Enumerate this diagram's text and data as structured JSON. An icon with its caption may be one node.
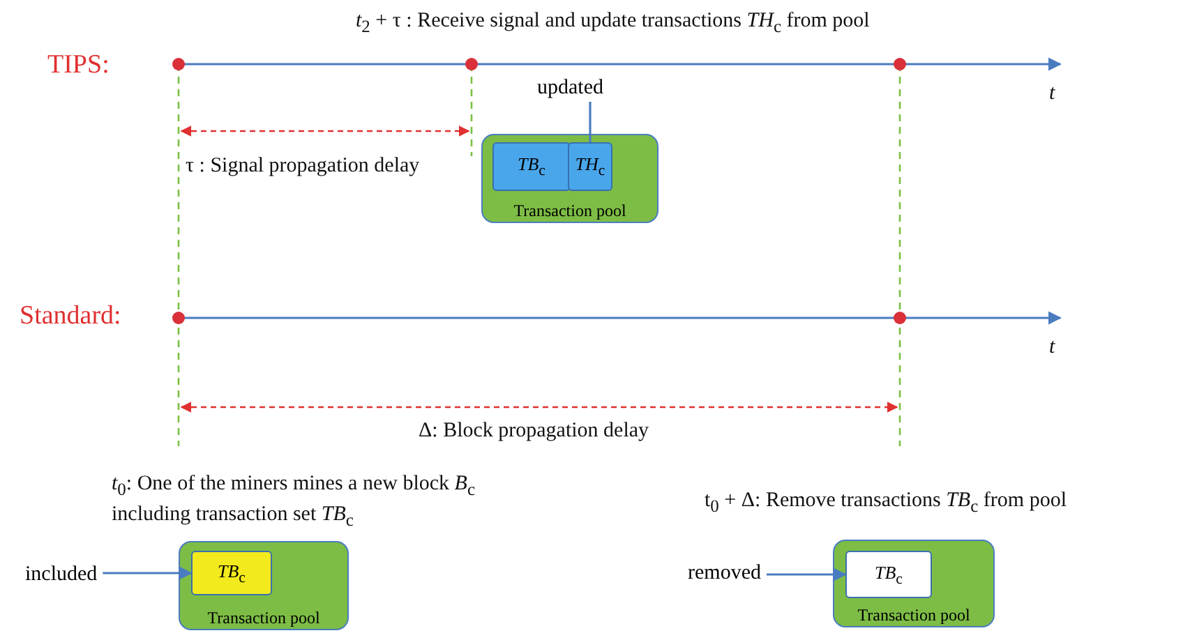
{
  "diagram": {
    "nodes": [
      {
        "text": [
          "Transaction pool"
        ]
      },
      {
        "text": [
          "*TB*$_{c}$"
        ],
        "in": 0
      },
      {
        "text": [
          "*TH*$_{c}$"
        ],
        "in": 0
      },
      {
        "text": [
          "updated"
        ]
      },
      {
        "text": [
          "Transaction pool"
        ]
      },
      {
        "text": [
          "*TB*$_{c}$"
        ],
        "in": 4
      },
      {
        "text": [
          "included"
        ]
      },
      {
        "text": [
          "Transaction pool"
        ]
      },
      {
        "text": [
          "*TB*$_{c}$"
        ],
        "in": 7
      },
      {
        "text": [
          "removed"
        ]
      }
    ],
    "edges": [
      {
        "from": 3,
        "to": 2,
        "arrow": "none"
      },
      {
        "from": 6,
        "to": 5,
        "arrow": "to"
      },
      {
        "from": 9,
        "to": 8,
        "arrow": "to"
      }
    ],
    "labels": [
      "*t*$_{2}$ + τ : Receive signal and update transactions *TH*$_{c}$ from pool",
      "TIPS:",
      "t",
      "τ : Signal propagation delay",
      "Standard:",
      "t",
      "Δ: Block propagation delay",
      "*t*$_{0}$: One of the miners mines a new block *B*$_{c}$ including transaction set *TB*$_{c}$",
      "t$_{0}$ + Δ: Remove transactions *TB*$_{c}$ from pool"
    ]
  }
}
